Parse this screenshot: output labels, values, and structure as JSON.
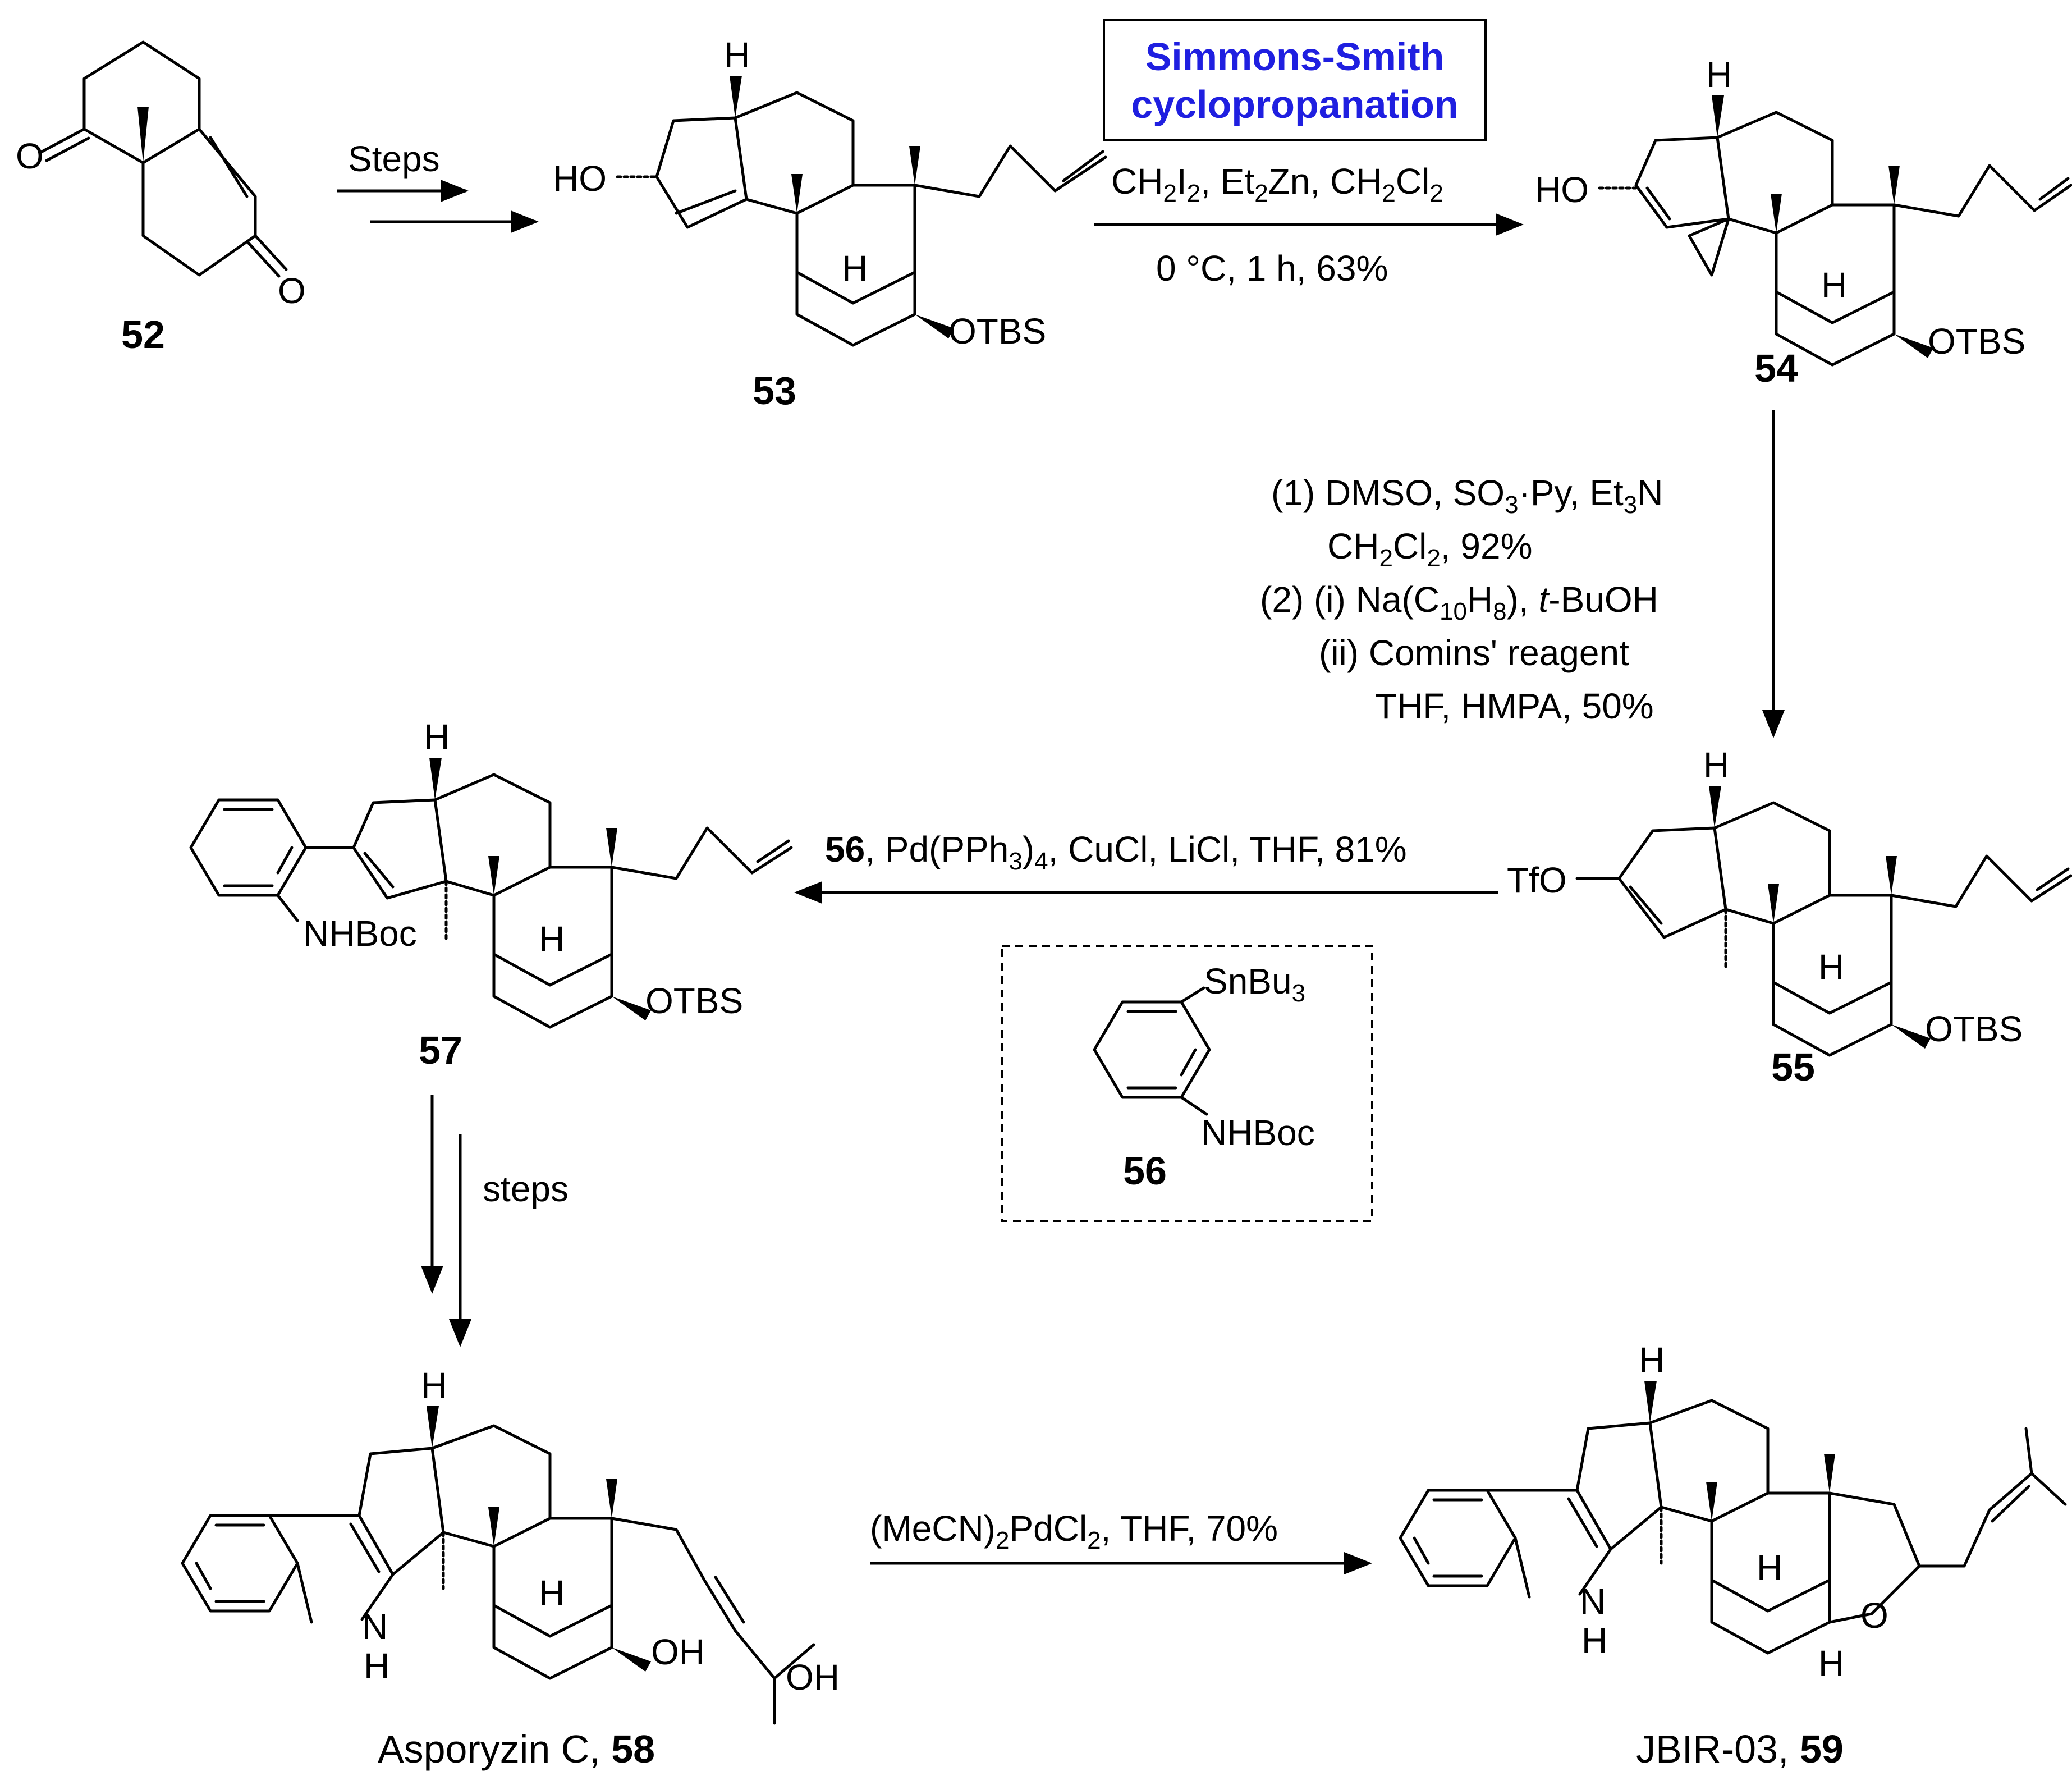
{
  "compounds": {
    "c52": {
      "label": "52",
      "atoms": [
        "O",
        "O"
      ]
    },
    "c53": {
      "label": "53",
      "atoms": [
        "HO",
        "H",
        "H",
        "OTBS"
      ]
    },
    "c54": {
      "label": "54",
      "atoms": [
        "HO",
        "H",
        "H",
        "OTBS"
      ]
    },
    "c55": {
      "label": "55",
      "atoms": [
        "TfO",
        "H",
        "H",
        "OTBS"
      ]
    },
    "c56": {
      "label": "56",
      "atoms": [
        "SnBu",
        "3",
        "NHBoc"
      ]
    },
    "c57": {
      "label": "57",
      "atoms": [
        "NHBoc",
        "H",
        "H",
        "OTBS"
      ]
    },
    "c58": {
      "name": "Asporyzin C, ",
      "label": "58",
      "atoms": [
        "H",
        "N",
        "H",
        "H",
        "OH",
        "OH"
      ]
    },
    "c59": {
      "name": "JBIR-03, ",
      "label": "59",
      "atoms": [
        "H",
        "N",
        "H",
        "H",
        "O",
        "H"
      ]
    }
  },
  "steps": {
    "s1": {
      "line1": "Steps"
    },
    "s2": {
      "box_line1": "Simmons-Smith",
      "box_line2": "cyclopropanation",
      "reagents": [
        "CH",
        "2",
        "I",
        "2",
        ", Et",
        "2",
        "Zn, CH",
        "2",
        "Cl",
        "2"
      ],
      "conditions": "0 °C, 1 h, 63%"
    },
    "s3": {
      "l1": [
        "(1) DMSO, SO",
        "3",
        "·Py, Et",
        "3",
        "N"
      ],
      "l2": [
        "CH",
        "2",
        "Cl",
        "2",
        ", 92%"
      ],
      "l3": [
        "(2) (i) Na(C",
        "10",
        "H",
        "8",
        "), ",
        "t",
        "-BuOH"
      ],
      "l4": "(ii) Comins' reagent",
      "l5": "THF, HMPA, 50%"
    },
    "s4": {
      "parts": [
        "56",
        ", Pd(PPh",
        "3",
        ")",
        "4",
        ", CuCl, LiCl, THF, 81%"
      ]
    },
    "s5": {
      "line1": "steps"
    },
    "s6": {
      "parts": [
        "(MeCN)",
        "2",
        "PdCl",
        "2",
        ", THF, 70%"
      ]
    }
  },
  "colors": {
    "box_text": "#1f1fe0",
    "ink": "#000000"
  }
}
